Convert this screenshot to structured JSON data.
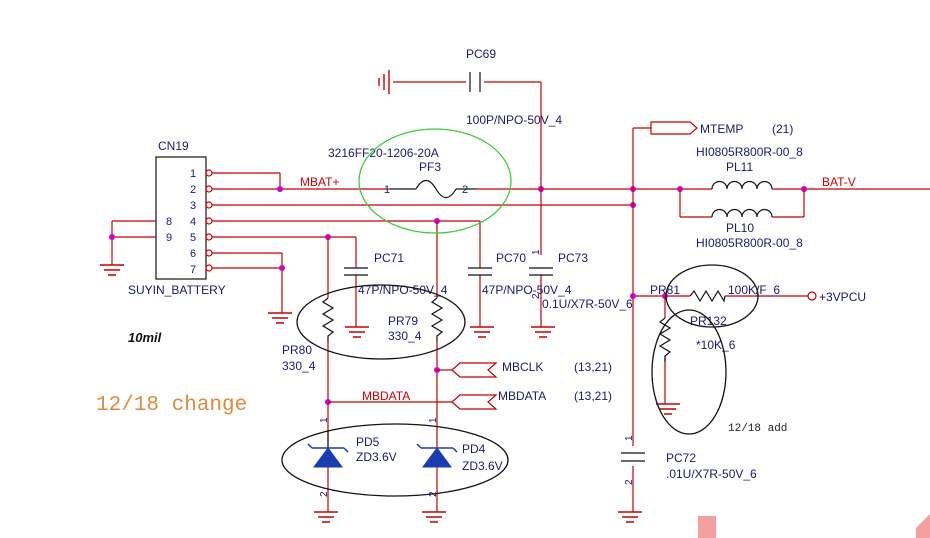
{
  "connector": {
    "ref": "CN19",
    "part": "SUYIN_BATTERY",
    "pins_left": [
      "1",
      "2",
      "3",
      "4",
      "5",
      "6",
      "7"
    ],
    "pins_right": [
      "8",
      "9"
    ]
  },
  "nets": {
    "mbat_plus": "MBAT+",
    "bat_minus": "BAT-V",
    "mbdata_wire": "MBDATA",
    "vpcu": "+3VPCU"
  },
  "fuse": {
    "ref": "PF3",
    "part": "3216FF20-1206-20A",
    "pin1": "1",
    "pin2": "2"
  },
  "components": {
    "pc69": {
      "ref": "PC69",
      "value": "100P/NPO-50V_4"
    },
    "pc71": {
      "ref": "PC71",
      "value": "47P/NPO-50V_4"
    },
    "pc70": {
      "ref": "PC70",
      "value": "47P/NPO-50V_4"
    },
    "pc73": {
      "ref": "PC73",
      "value": "0.1U/X7R-50V_6",
      "pin1": "1",
      "pin2": "2"
    },
    "pl11": {
      "ref": "PL11",
      "value": "HI0805R800R-00_8"
    },
    "pl10": {
      "ref": "PL10",
      "value": "HI0805R800R-00_8"
    },
    "pr80": {
      "ref": "PR80",
      "value": "330_4"
    },
    "pr79": {
      "ref": "PR79",
      "value": "330_4"
    },
    "pr81": {
      "ref": "PR81",
      "value": "100K/F_6"
    },
    "pr132": {
      "ref": "PR132",
      "value": "*10K_6"
    },
    "pd5": {
      "ref": "PD5",
      "value": "ZD3.6V",
      "pin1": "1",
      "pin2": "2"
    },
    "pd4": {
      "ref": "PD4",
      "value": "ZD3.6V",
      "pin1": "1",
      "pin2": "2"
    },
    "pc72": {
      "ref": "PC72",
      "value": ".01U/X7R-50V_6",
      "pin1": "1",
      "pin2": "2"
    }
  },
  "ports": {
    "mtemp": {
      "name": "MTEMP",
      "pages": "(21)"
    },
    "mbclk": {
      "name": "MBCLK",
      "pages": "(13,21)"
    },
    "mbdata": {
      "name": "MBDATA",
      "pages": "(13,21)"
    }
  },
  "notes": {
    "trace_width": "10mil",
    "change": "12/18 change",
    "add": "12/18 add"
  },
  "colors": {
    "wire": "#c80000",
    "label": "#1a1a6e",
    "junction": "#d000c8",
    "note_orange": "#e08a3c",
    "highlight_green": "#3dcc3d"
  }
}
